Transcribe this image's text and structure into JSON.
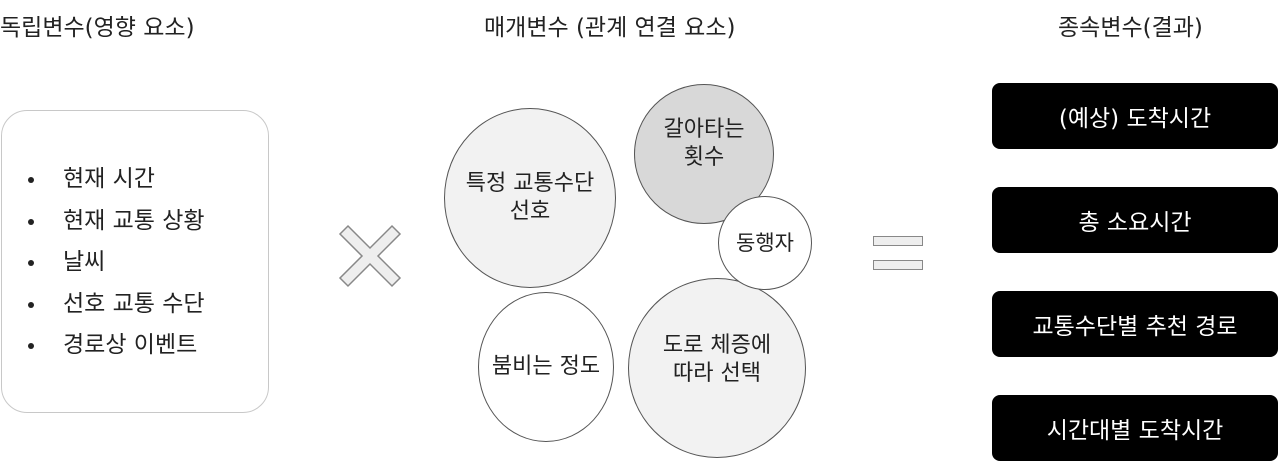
{
  "headings": {
    "independent": "독립변수(영향 요소)",
    "mediator": "매개변수 (관계 연결 요소)",
    "dependent": "종속변수(결과)"
  },
  "independent_items": [
    "현재 시간",
    "현재 교통 상황",
    "날씨",
    "선호 교통 수단",
    "경로상 이벤트"
  ],
  "mediators": {
    "preferred_mode": "특정 교통수단\n선호",
    "transfer_count": "갈아타는\n횟수",
    "companion": "동행자",
    "crowding": "붐비는 정도",
    "congestion_choice": "도로 체증에\n따라 선택"
  },
  "results": [
    "(예상) 도착시간",
    "총 소요시간",
    "교통수단별 추천 경로",
    "시간대별 도착시간"
  ],
  "colors": {
    "result_box": "#000000",
    "circle_light": "#f2f2f2",
    "circle_dark": "#d8d8d8",
    "operator_fill": "#eeeeee"
  }
}
